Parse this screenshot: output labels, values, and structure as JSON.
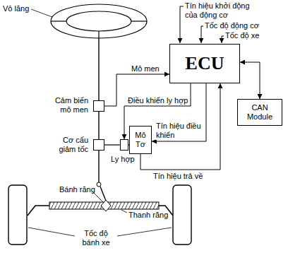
{
  "diagram": {
    "nodes": [
      {
        "text": [
          "ECU"
        ]
      },
      {
        "text": [
          "Cảm biến mô men"
        ]
      },
      {
        "text": [
          "CAN Module"
        ]
      },
      {
        "text": [
          "Mô Tơ"
        ]
      },
      {
        "text": [
          "Cơ cấu giảm tốc"
        ]
      },
      {
        "text": [
          "Ly hợp"
        ]
      }
    ],
    "edges": [
      {
        "from": 1,
        "to": 0,
        "label": "Mô men",
        "arrow": "to"
      },
      {
        "from": 0,
        "to": 5,
        "label": "Điều khiển ly hợp",
        "arrow": "to"
      },
      {
        "from": 0,
        "to": 3,
        "label": "Tín hiệu điều khiển",
        "arrow": "to"
      },
      {
        "from": 3,
        "to": 0,
        "label": "Tín hiệu trả về",
        "arrow": "to"
      },
      {
        "from": 0,
        "to": 2,
        "arrow": "both"
      }
    ],
    "labels": [
      "Vô lăng",
      "Tín hiệu khởi động của động cơ",
      "Tốc độ động cơ",
      "Tốc độ xe",
      "Bánh răng",
      "Thanh răng",
      "Tốc độ bánh xe"
    ]
  }
}
